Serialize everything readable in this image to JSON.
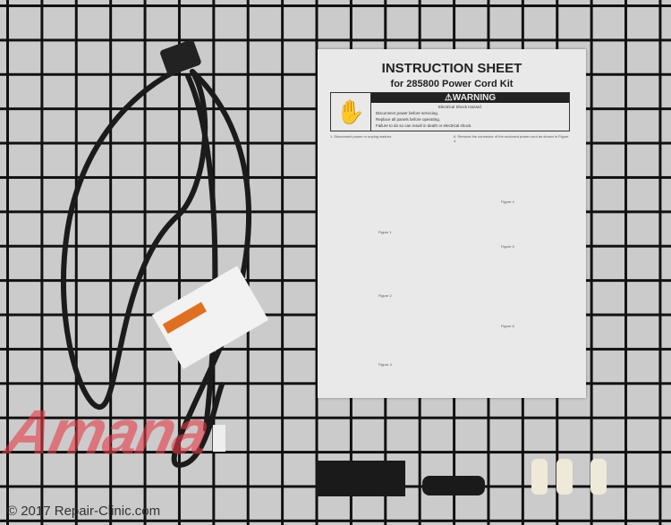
{
  "sheet": {
    "title": "INSTRUCTION SHEET",
    "subtitle": "for 285800 Power Cord Kit",
    "warning_header": "⚠WARNING",
    "warning_lines": [
      "Electrical Shock Hazard",
      "Disconnect power before servicing.",
      "Replace all panels before operating.",
      "Failure to do so can result in death or electrical shock."
    ],
    "step_1": "1. Disconnect power or unplug washer.",
    "step_6": "6. Remove the connector of the enclosed power cord as shown in Figure 4.",
    "figures": [
      "Figure 1",
      "Figure 2",
      "Figure 3",
      "Figure 4",
      "Figure 5",
      "Figure 6"
    ]
  },
  "logo": "Amana",
  "watermark": "© 2017 Repair-Clinic.com",
  "colors": {
    "logo": "#e63c46",
    "grid": "#111111",
    "background": "#cbcbcb"
  }
}
